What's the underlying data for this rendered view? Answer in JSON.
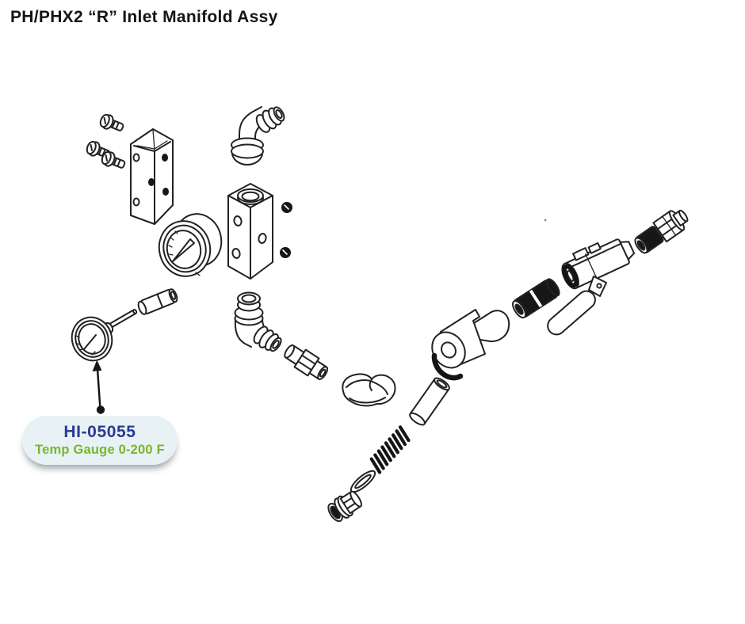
{
  "page": {
    "title": "PH/PHX2 “R” Inlet Manifold Assy",
    "background": "#ffffff"
  },
  "callout": {
    "part_number": "HI-05055",
    "description": "Temp Gauge 0-200 F"
  },
  "colors": {
    "title_text": "#141414",
    "part_number_text": "#2b3990",
    "description_text": "#76b82a",
    "callout_background": "#e8f1f4",
    "line_art": "#222222"
  },
  "diagram": {
    "name": "exploded-parts-diagram",
    "parts": [
      {
        "name": "mounting-screws"
      },
      {
        "name": "mounting-bracket"
      },
      {
        "name": "elbow-fitting-top"
      },
      {
        "name": "manifold-block"
      },
      {
        "name": "set-screw-plugs"
      },
      {
        "name": "pressure-gauge"
      },
      {
        "name": "spacer-fitting"
      },
      {
        "name": "temp-gauge"
      },
      {
        "name": "elbow-fitting-port"
      },
      {
        "name": "hex-union"
      },
      {
        "name": "street-elbow"
      },
      {
        "name": "cylinder-sleeve"
      },
      {
        "name": "spring"
      },
      {
        "name": "o-ring"
      },
      {
        "name": "hex-plug"
      },
      {
        "name": "check-valve-body"
      },
      {
        "name": "pipe-nipple"
      },
      {
        "name": "ball-valve"
      },
      {
        "name": "hex-adapter"
      }
    ]
  }
}
